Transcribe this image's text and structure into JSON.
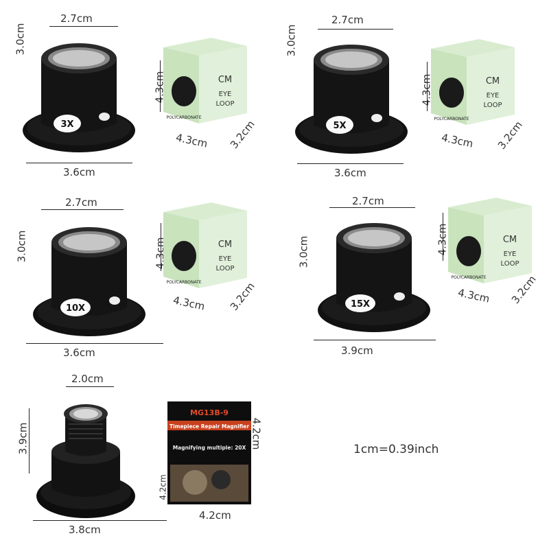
{
  "loupes": [
    {
      "badge": "3X",
      "top": "2.7cm",
      "height": "3.0cm",
      "base": "3.6cm",
      "box": {
        "height": "4.3cm",
        "width": "4.3cm",
        "depth": "3.2cm"
      }
    },
    {
      "badge": "5X",
      "top": "2.7cm",
      "height": "3.0cm",
      "base": "3.6cm",
      "box": {
        "height": "4.3cm",
        "width": "4.3cm",
        "depth": "3.2cm"
      }
    },
    {
      "badge": "10X",
      "top": "2.7cm",
      "height": "3.0cm",
      "base": "3.6cm",
      "box": {
        "height": "4.3cm",
        "width": "4.3cm",
        "depth": "3.2cm"
      }
    },
    {
      "badge": "15X",
      "top": "2.7cm",
      "height": "3.0cm",
      "base": "3.9cm",
      "box": {
        "height": "4.3cm",
        "width": "4.3cm",
        "depth": "3.2cm"
      }
    }
  ],
  "green_box_text": {
    "brand": "CM",
    "line1": "EYE",
    "line2": "LOOP",
    "material": "POLYCARBONATE"
  },
  "watch_loupe": {
    "top": "2.0cm",
    "height": "3.9cm",
    "base": "3.8cm"
  },
  "black_box": {
    "model": "MG13B-9",
    "name": "Timepiece Repair Magnifier",
    "spec": "Magnifying multiple: 20X",
    "side": "4.2cm",
    "height": "4.2cm",
    "width": "4.2cm"
  },
  "conversion_note": "1cm=0.39inch"
}
